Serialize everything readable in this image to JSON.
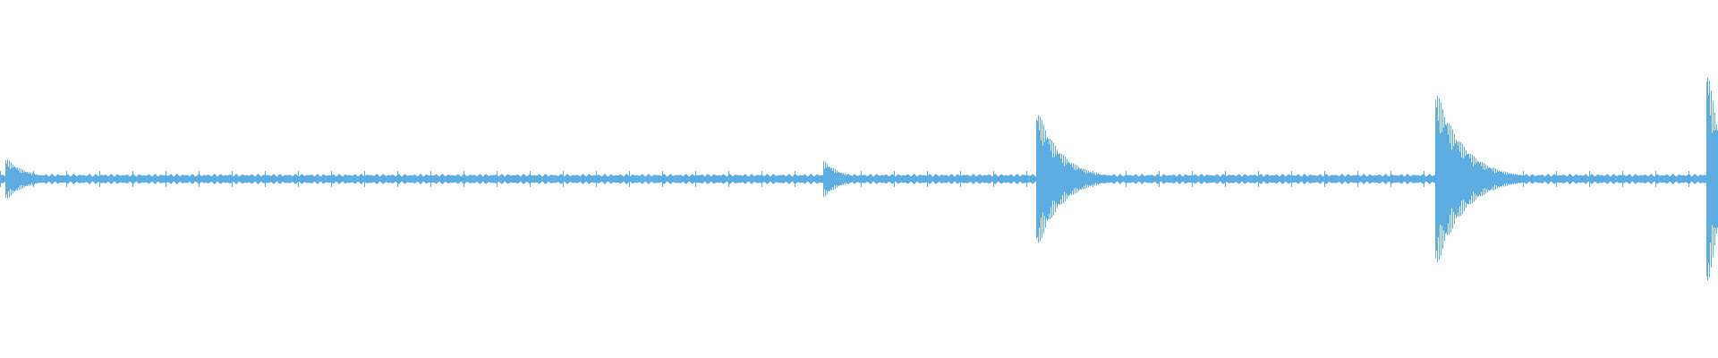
{
  "waveform": {
    "color": "#5DADE2",
    "background": "#ffffff",
    "baseline_amplitude": 0.045,
    "bursts": [
      {
        "position": 0.004,
        "amplitude": 0.18,
        "decay": 0.012
      },
      {
        "position": 0.48,
        "amplitude": 0.16,
        "decay": 0.01
      },
      {
        "position": 0.604,
        "amplitude": 0.62,
        "decay": 0.014
      },
      {
        "position": 0.836,
        "amplitude": 0.8,
        "decay": 0.016
      },
      {
        "position": 0.994,
        "amplitude": 1.0,
        "decay": 0.008
      }
    ]
  }
}
